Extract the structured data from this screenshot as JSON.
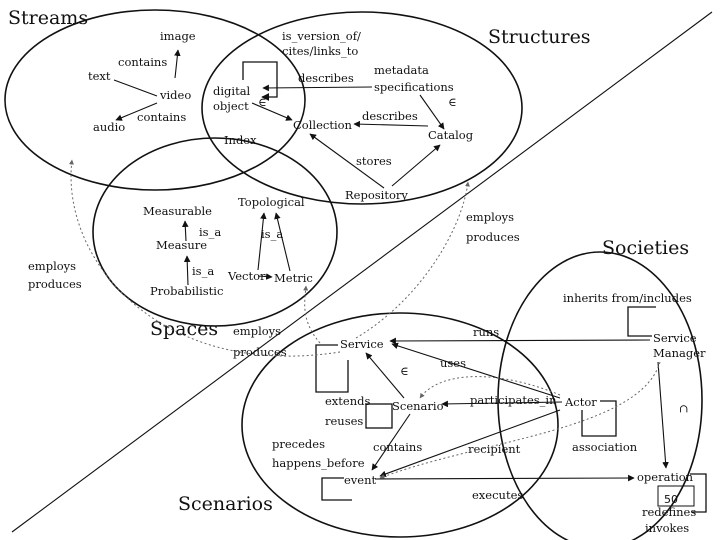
{
  "titles": {
    "streams": "Streams",
    "structures": "Structures",
    "spaces": "Spaces",
    "societies": "Societies",
    "scenarios": "Scenarios"
  },
  "nodes": {
    "image": "image",
    "text": "text",
    "video": "video",
    "audio": "audio",
    "digital_object_1": "digital",
    "digital_object_2": "object",
    "collection": "Collection",
    "catalog": "Catalog",
    "metadata_1": "metadata",
    "metadata_2": "specifications",
    "index": "Index",
    "repository": "Repository",
    "measurable": "Measurable",
    "topological": "Topological",
    "measure": "Measure",
    "probabilistic": "Probabilistic",
    "vector": "Vector",
    "metric": "Metric",
    "service": "Service",
    "scenario": "Scenario",
    "event": "event",
    "actor": "Actor",
    "service_manager_1": "Service",
    "service_manager_2": "Manager",
    "operation": "operation"
  },
  "relations": {
    "contains_image": "contains",
    "contains_audio": "contains",
    "is_version_of_1": "is_version_of/",
    "is_version_of_2": "cites/links_to",
    "describes_top": "describes",
    "describes_catalog": "describes",
    "element_of_1": "∈",
    "element_of_2": "∈",
    "element_of_3": "∈",
    "stores": "stores",
    "is_a_1": "is_a",
    "is_a_2": "is_a",
    "is_a_3": "is_a",
    "employs_produces_right_1": "employs",
    "employs_produces_right_2": "produces",
    "employs_produces_left_1": "employs",
    "employs_produces_left_2": "produces",
    "employs_produces_mid_1": "employs",
    "employs_produces_mid_2": "produces",
    "inherits": "inherits  from/includes",
    "runs": "runs",
    "uses": "uses",
    "extends": "extends",
    "reuses": "reuses",
    "participates_in": "participates_in",
    "contains_event": "contains",
    "recipient": "recipient",
    "association": "association",
    "precedes": "precedes",
    "happens_before": "happens_before",
    "executes": "executes",
    "subset": "⊂",
    "redefines": "redefines",
    "invokes": "invokes"
  },
  "page_number": "50"
}
